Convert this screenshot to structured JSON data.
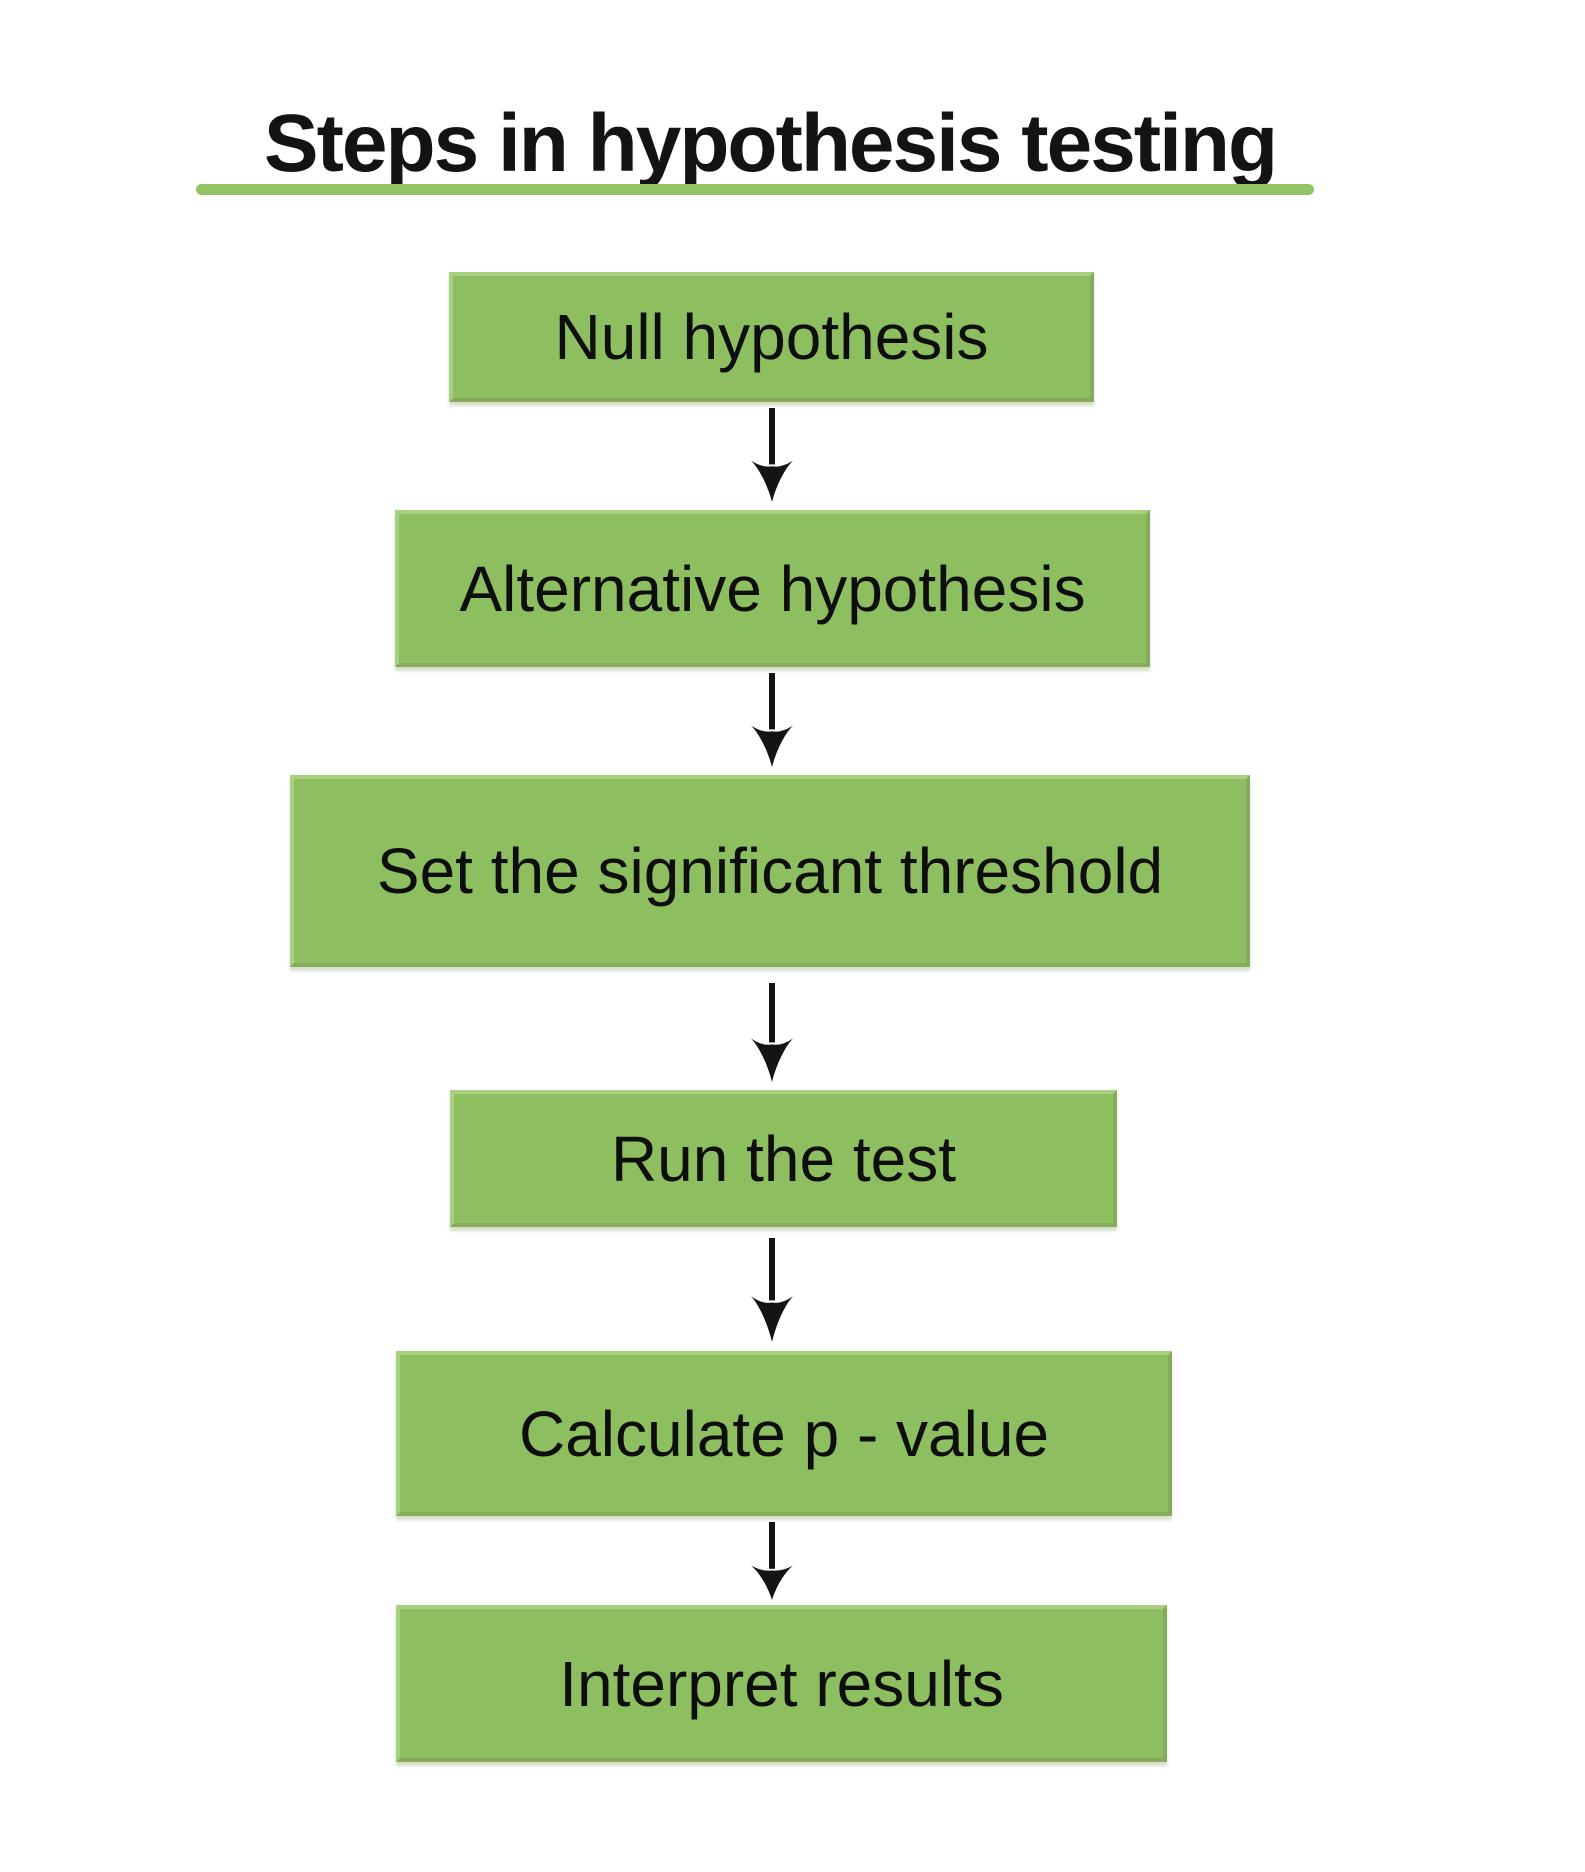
{
  "title": {
    "text": "Steps in hypothesis testing"
  },
  "diagram": {
    "type": "flowchart",
    "direction": "top-down",
    "connector_icon": "down-arrow",
    "steps": [
      {
        "label": "Null hypothesis"
      },
      {
        "label": "Alternative hypothesis"
      },
      {
        "label": "Set the significant threshold"
      },
      {
        "label": "Run the test"
      },
      {
        "label": "Calculate p - value"
      },
      {
        "label": "Interpret results"
      }
    ]
  },
  "colors": {
    "background": "#ffffff",
    "box_fill": "#8dbe5f",
    "box_border_light": "#a9cf81",
    "box_border_dark": "#85ab5b",
    "underline": "#92c465",
    "arrow": "#141414",
    "title_text": "#131313",
    "box_text": "#0e0e0e"
  }
}
